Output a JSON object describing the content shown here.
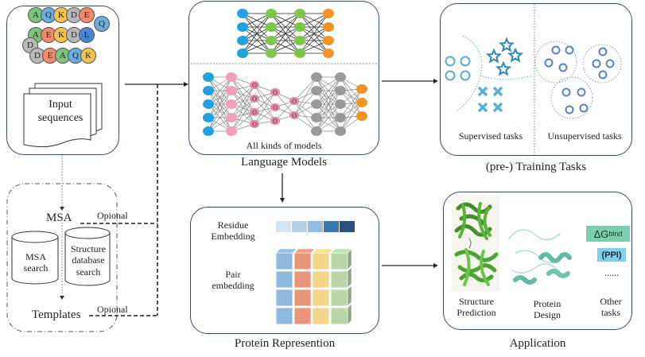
{
  "input_panel": {
    "sequence_rows": [
      [
        {
          "l": "A",
          "c": "#7cc27a"
        },
        {
          "l": "Q",
          "c": "#6aaee0"
        },
        {
          "l": "K",
          "c": "#f2c14e"
        },
        {
          "l": "D",
          "c": "#b8b8b8"
        },
        {
          "l": "E",
          "c": "#ef8a6a"
        }
      ],
      [
        {
          "l": "Q",
          "c": "#6aaee0"
        }
      ],
      [
        {
          "l": "A",
          "c": "#7cc27a"
        },
        {
          "l": "E",
          "c": "#ef8a6a"
        },
        {
          "l": "K",
          "c": "#f2c14e"
        },
        {
          "l": "D",
          "c": "#b8b8b8"
        },
        {
          "l": "L",
          "c": "#4a86d0"
        }
      ],
      [
        {
          "l": "D",
          "c": "#b8b8b8"
        }
      ],
      [
        {
          "l": "D",
          "c": "#b8b8b8"
        },
        {
          "l": "E",
          "c": "#ef8a6a"
        },
        {
          "l": "A",
          "c": "#7cc27a"
        },
        {
          "l": "Q",
          "c": "#6aaee0"
        },
        {
          "l": "K",
          "c": "#f2c14e"
        }
      ]
    ],
    "doc_label_line1": "Input",
    "doc_label_line2": "sequences"
  },
  "msa_panel": {
    "msa_label": "MSA",
    "db1_line1": "MSA",
    "db1_line2": "search",
    "db2_line1": "Structure",
    "db2_line2": "database",
    "db2_line3": "search",
    "templates_label": "Templates",
    "optional_label_1": "Opional",
    "optional_label_2": "Opional"
  },
  "language_models": {
    "inner_caption": "All kinds of models",
    "caption": "Language Models"
  },
  "training_tasks": {
    "supervised_label": "Supervised tasks",
    "unsupervised_label": "Unsupervised tasks",
    "caption": "(pre-) Training Tasks"
  },
  "representation": {
    "residue_line1": "Residue",
    "residue_line2": "Embedding",
    "pair_line1": "Pair",
    "pair_line2": "embedding",
    "residue_colors": [
      "#d4e4f2",
      "#b4d0ea",
      "#92bce2",
      "#3a78b4",
      "#2a5080"
    ],
    "pair_colors": [
      "#8fb8df",
      "#e9957a",
      "#f4d68a",
      "#b8d8a8"
    ],
    "caption": "Protein Represention"
  },
  "application": {
    "structure_line1": "Structure",
    "structure_line2": "Prediction",
    "design_line1": "Protein",
    "design_line2": "Design",
    "other_line1": "Other",
    "other_line2": "tasks",
    "dg_label": "ΔG",
    "dg_sub": "bind",
    "ppi_label": "(PPI)",
    "ellipsis": "......",
    "caption": "Application"
  }
}
